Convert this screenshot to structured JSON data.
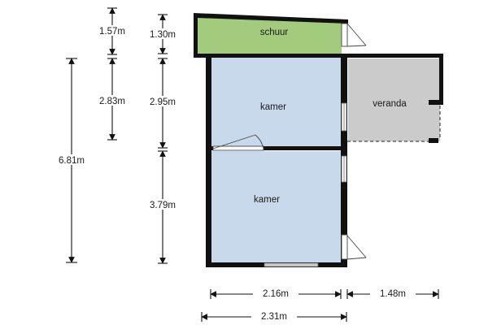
{
  "rooms": {
    "schuur": "schuur",
    "kamer_top": "kamer",
    "kamer_bottom": "kamer",
    "veranda": "veranda"
  },
  "dimensions": {
    "col1_top": "1.57m",
    "col1_mid": "2.83m",
    "col2_top": "1.30m",
    "col2_mid": "2.95m",
    "col2_bot": "3.79m",
    "total_height": "6.81m",
    "width_inner": "2.16m",
    "width_veranda": "1.48m",
    "width_outer": "2.31m"
  },
  "colors": {
    "schuur_fill": "#a3cb7e",
    "kamer_fill": "#c9d9ec",
    "veranda_fill": "#cbcbcb",
    "wall": "#111111"
  }
}
